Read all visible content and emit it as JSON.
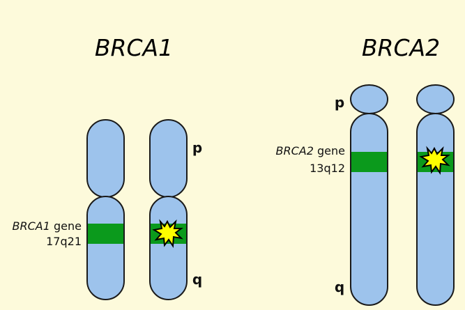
{
  "panels": [
    {
      "title": "BRCA1",
      "gene_name": "BRCA1",
      "gene_suffix": " gene",
      "locus": "17q21",
      "p_label": "p",
      "q_label": "q"
    },
    {
      "title": "BRCA2",
      "gene_name": "BRCA2",
      "gene_suffix": " gene",
      "locus": "13q12",
      "p_label": "p",
      "q_label": "q"
    }
  ],
  "colors": {
    "background": "#fdfadb",
    "chromosome": "#9dc3ec",
    "gene_band": "#0b9a1c",
    "mutation": "#ffff00"
  }
}
